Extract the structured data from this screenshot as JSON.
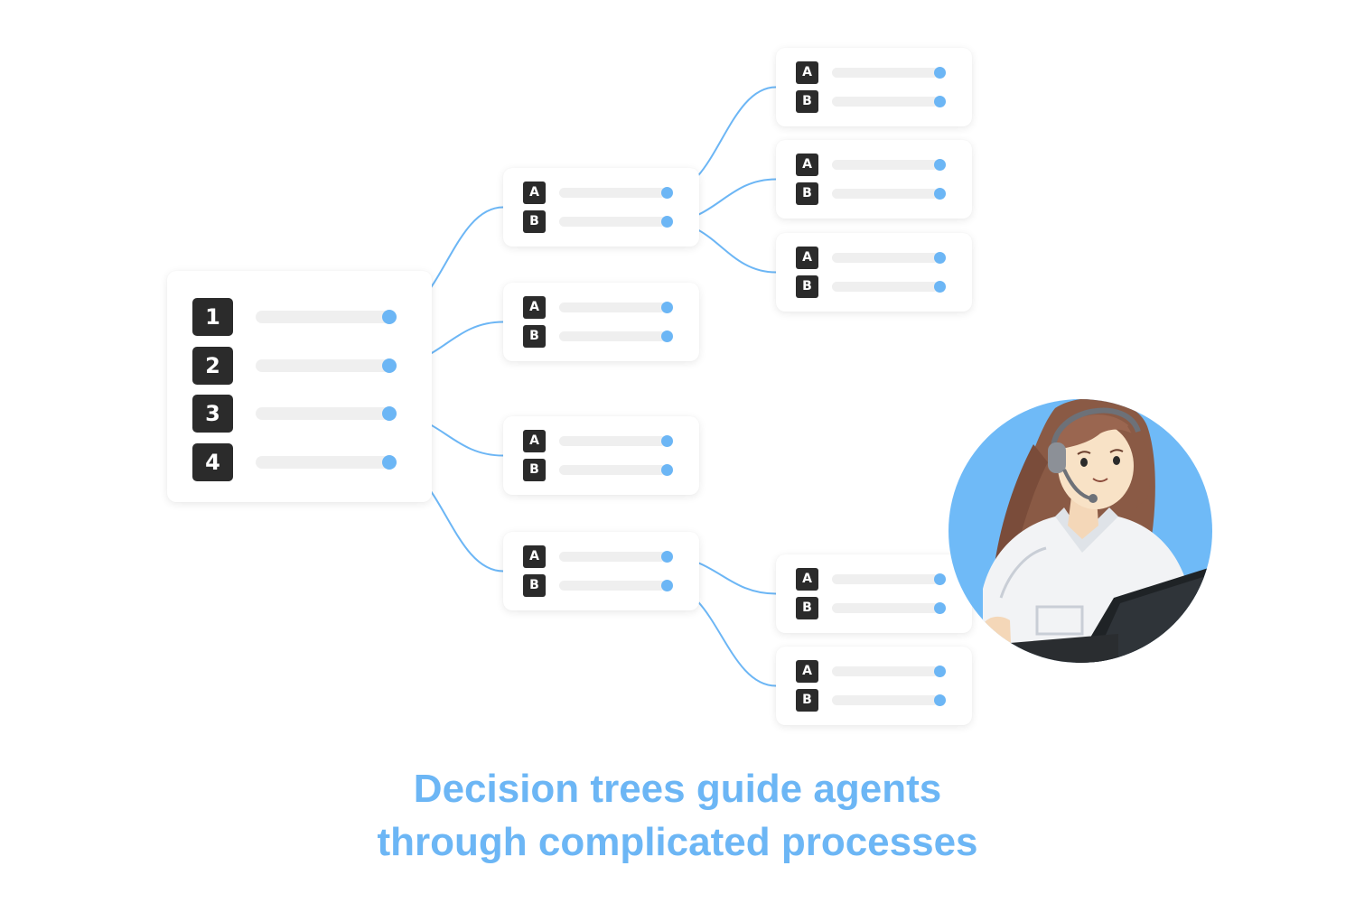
{
  "colors": {
    "accent": "#6cb6f5",
    "badge_bg": "#2b2b2b",
    "bar": "#efefef",
    "card_bg": "#ffffff",
    "avatar_bg": "#6fbaf7"
  },
  "root": {
    "options": [
      {
        "label": "1"
      },
      {
        "label": "2"
      },
      {
        "label": "3"
      },
      {
        "label": "4"
      }
    ]
  },
  "level2": [
    {
      "options": [
        {
          "label": "A"
        },
        {
          "label": "B"
        }
      ]
    },
    {
      "options": [
        {
          "label": "A"
        },
        {
          "label": "B"
        }
      ]
    },
    {
      "options": [
        {
          "label": "A"
        },
        {
          "label": "B"
        }
      ]
    },
    {
      "options": [
        {
          "label": "A"
        },
        {
          "label": "B"
        }
      ]
    }
  ],
  "level3": [
    {
      "options": [
        {
          "label": "A"
        },
        {
          "label": "B"
        }
      ]
    },
    {
      "options": [
        {
          "label": "A"
        },
        {
          "label": "B"
        }
      ]
    },
    {
      "options": [
        {
          "label": "A"
        },
        {
          "label": "B"
        }
      ]
    },
    {
      "options": [
        {
          "label": "A"
        },
        {
          "label": "B"
        }
      ]
    },
    {
      "options": [
        {
          "label": "A"
        },
        {
          "label": "B"
        }
      ]
    }
  ],
  "caption": {
    "line1": "Decision trees guide agents",
    "line2": "through complicated processes"
  },
  "illustration": {
    "icon": "support-agent-with-headset-icon"
  }
}
